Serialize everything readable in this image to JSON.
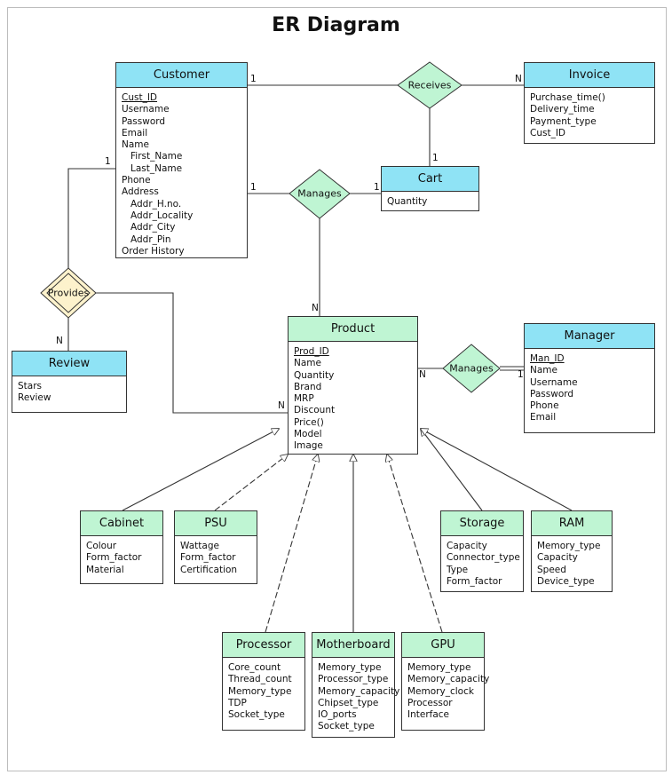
{
  "title": "ER Diagram",
  "entities": {
    "customer": {
      "name": "Customer",
      "attributes": [
        {
          "text": "Cust_ID",
          "key": true
        },
        {
          "text": "Username"
        },
        {
          "text": "Password"
        },
        {
          "text": "Email"
        },
        {
          "text": "Name"
        },
        {
          "text": "First_Name",
          "indent": true
        },
        {
          "text": "Last_Name",
          "indent": true
        },
        {
          "text": "Phone"
        },
        {
          "text": "Address"
        },
        {
          "text": "Addr_H.no.",
          "indent": true
        },
        {
          "text": "Addr_Locality",
          "indent": true
        },
        {
          "text": "Addr_City",
          "indent": true
        },
        {
          "text": "Addr_Pin",
          "indent": true
        },
        {
          "text": "Order History"
        }
      ]
    },
    "invoice": {
      "name": "Invoice",
      "attributes": [
        {
          "text": "Purchase_time()"
        },
        {
          "text": "Delivery_time"
        },
        {
          "text": "Payment_type"
        },
        {
          "text": "Cust_ID"
        }
      ]
    },
    "cart": {
      "name": "Cart",
      "attributes": [
        {
          "text": "Quantity"
        }
      ]
    },
    "review": {
      "name": "Review",
      "attributes": [
        {
          "text": "Stars"
        },
        {
          "text": "Review"
        }
      ]
    },
    "product": {
      "name": "Product",
      "attributes": [
        {
          "text": "Prod_ID",
          "key": true
        },
        {
          "text": "Name"
        },
        {
          "text": "Quantity"
        },
        {
          "text": "Brand"
        },
        {
          "text": "MRP"
        },
        {
          "text": "Discount"
        },
        {
          "text": "Price()"
        },
        {
          "text": "Model"
        },
        {
          "text": "Image"
        }
      ]
    },
    "manager": {
      "name": "Manager",
      "attributes": [
        {
          "text": "Man_ID",
          "key": true
        },
        {
          "text": "Name"
        },
        {
          "text": "Username"
        },
        {
          "text": "Password"
        },
        {
          "text": "Phone"
        },
        {
          "text": "Email"
        }
      ]
    },
    "cabinet": {
      "name": "Cabinet",
      "attributes": [
        {
          "text": "Colour"
        },
        {
          "text": "Form_factor"
        },
        {
          "text": "Material"
        }
      ]
    },
    "psu": {
      "name": "PSU",
      "attributes": [
        {
          "text": "Wattage"
        },
        {
          "text": "Form_factor"
        },
        {
          "text": "Certification"
        }
      ]
    },
    "storage": {
      "name": "Storage",
      "attributes": [
        {
          "text": "Capacity"
        },
        {
          "text": "Connector_type"
        },
        {
          "text": "Type"
        },
        {
          "text": "Form_factor"
        }
      ]
    },
    "ram": {
      "name": "RAM",
      "attributes": [
        {
          "text": "Memory_type"
        },
        {
          "text": "Capacity"
        },
        {
          "text": "Speed"
        },
        {
          "text": "Device_type"
        }
      ]
    },
    "processor": {
      "name": "Processor",
      "attributes": [
        {
          "text": "Core_count"
        },
        {
          "text": "Thread_count"
        },
        {
          "text": "Memory_type"
        },
        {
          "text": "TDP"
        },
        {
          "text": "Socket_type"
        }
      ]
    },
    "motherboard": {
      "name": "Motherboard",
      "attributes": [
        {
          "text": "Memory_type"
        },
        {
          "text": "Processor_type"
        },
        {
          "text": "Memory_capacity"
        },
        {
          "text": "Chipset_type"
        },
        {
          "text": "IO_ports"
        },
        {
          "text": "Socket_type"
        }
      ]
    },
    "gpu": {
      "name": "GPU",
      "attributes": [
        {
          "text": "Memory_type"
        },
        {
          "text": "Memory_capacity"
        },
        {
          "text": "Memory_clock"
        },
        {
          "text": "Processor"
        },
        {
          "text": "Interface"
        }
      ]
    }
  },
  "relationships": {
    "receives": {
      "name": "Receives"
    },
    "manages_cart": {
      "name": "Manages"
    },
    "provides": {
      "name": "Provides"
    },
    "manages_product": {
      "name": "Manages"
    }
  },
  "cardinalities": {
    "receives_customer": "1",
    "receives_invoice": "N",
    "receives_cart": "1",
    "manages_customer": "1",
    "manages_cart": "1",
    "manages_product": "N",
    "provides_customer": "1",
    "provides_review": "N",
    "provides_product": "N",
    "mgr_product": "N",
    "mgr_manager": "1"
  },
  "colors": {
    "parent_entity_header": "#8fe3f5",
    "subtype_entity_header": "#bff5d3",
    "relationship_fill": "#bff5d3",
    "weak_relationship_fill": "#fdf2cc"
  }
}
